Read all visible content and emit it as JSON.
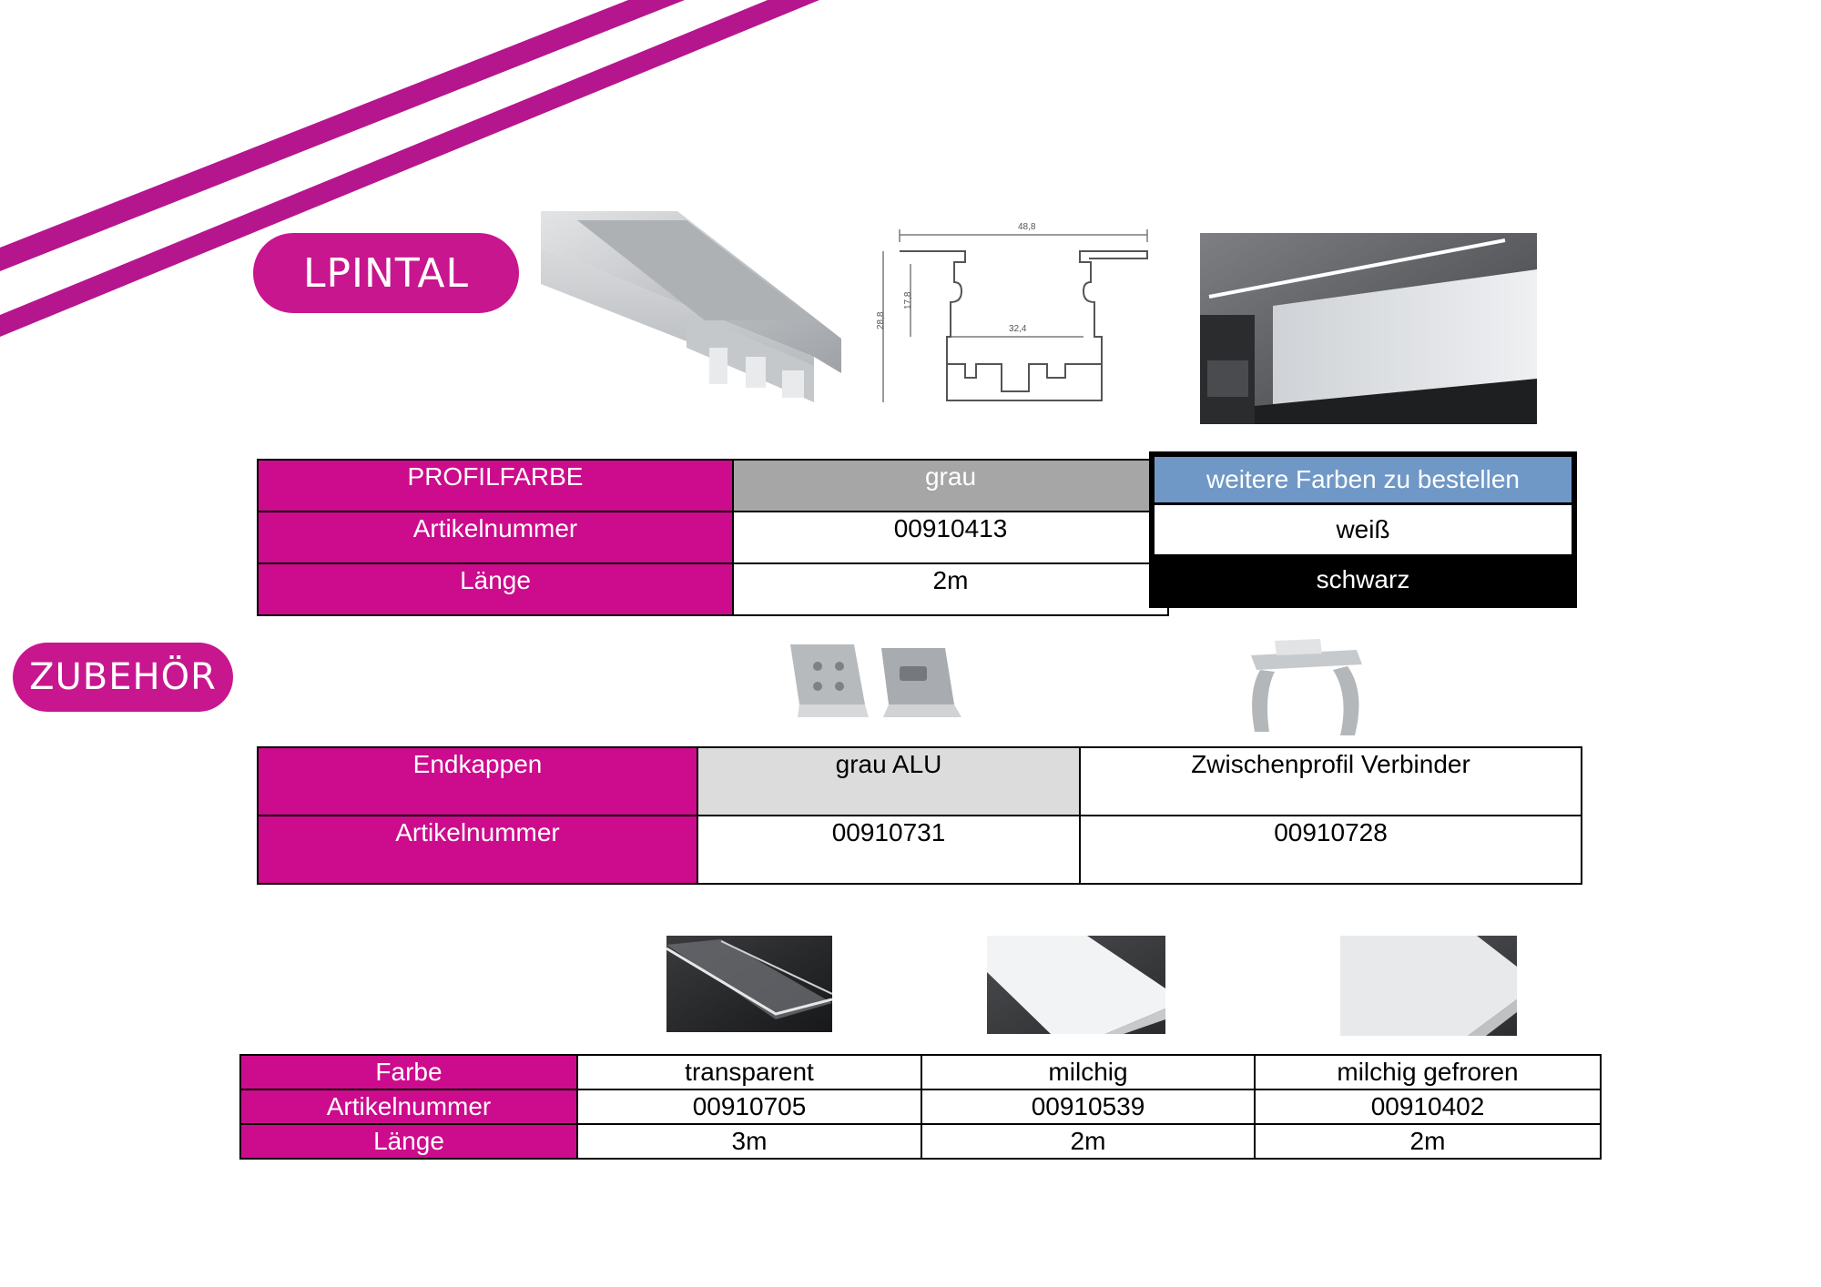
{
  "header": {
    "product_badge": "LPINTAL",
    "accessories_badge": "ZUBEHÖR"
  },
  "colors": {
    "accent": "#cc0c8c",
    "stripe": "#b5168e",
    "gray_cell": "#a6a6a6",
    "blue_cell": "#6f98c7"
  },
  "profile_table": {
    "rows": [
      {
        "label": "PROFILFARBE",
        "value": "grau"
      },
      {
        "label": "Artikelnummer",
        "value": "00910413"
      },
      {
        "label": "Länge",
        "value": "2m"
      }
    ]
  },
  "colors_box": {
    "title": "weitere Farben zu bestellen",
    "options": [
      "weiß",
      "schwarz"
    ]
  },
  "accessories_table": {
    "header_label": "Endkappen",
    "columns": [
      "grau ALU",
      "Zwischenprofil Verbinder"
    ],
    "row_label": "Artikelnummer",
    "values": [
      "00910731",
      "00910728"
    ]
  },
  "covers_table": {
    "labels": [
      "Farbe",
      "Artikelnummer",
      "Länge"
    ],
    "columns": [
      {
        "farbe": "transparent",
        "artikelnummer": "00910705",
        "laenge": "3m"
      },
      {
        "farbe": "milchig",
        "artikelnummer": "00910539",
        "laenge": "2m"
      },
      {
        "farbe": "milchig gefroren",
        "artikelnummer": "00910402",
        "laenge": "2m"
      }
    ]
  },
  "drawing": {
    "dim_top": "48,8",
    "dim_inner": "32,4",
    "dim_height": "28,8",
    "dim_inner_height": "17,8"
  }
}
